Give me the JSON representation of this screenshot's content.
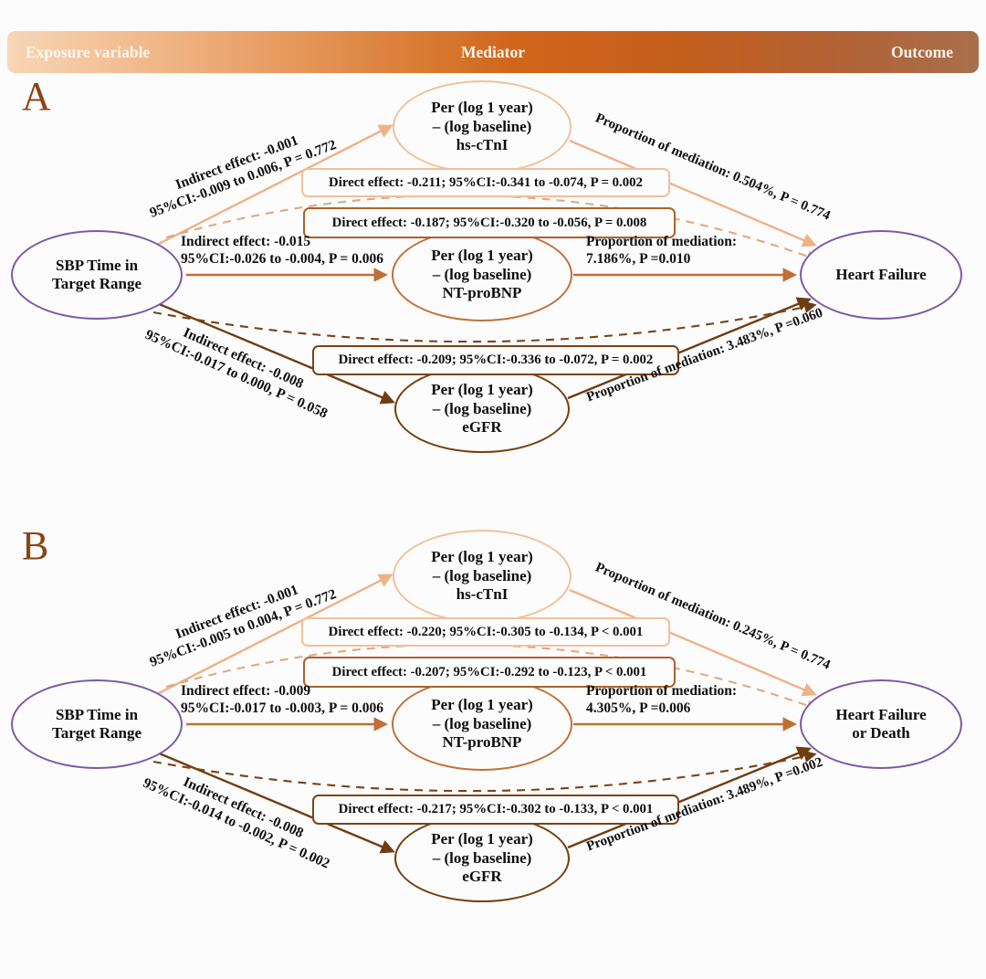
{
  "header": {
    "exposure": "Exposure variable",
    "mediator": "Mediator",
    "outcome": "Outcome"
  },
  "colors": {
    "header_gradient_start": "#f8d6b6",
    "header_gradient_mid": "#d0661a",
    "header_gradient_end": "#a86f4c",
    "path_hs_ctni": "#efb287",
    "path_nt_probnp": "#c16f34",
    "path_egfr": "#6f3d12",
    "node_outline_purple": "#7a58a8",
    "panel_letter": "#8a4418"
  },
  "panels": [
    {
      "label": "A",
      "exposure": {
        "l1": "SBP Time in",
        "l2": "Target Range"
      },
      "outcome": {
        "l1": "Heart Failure",
        "l2": ""
      },
      "mediators": [
        {
          "l1": "Per (log 1 year)",
          "l2": "– (log baseline)",
          "l3": "hs-cTnI"
        },
        {
          "l1": "Per (log 1 year)",
          "l2": "– (log baseline)",
          "l3": "NT-proBNP"
        },
        {
          "l1": "Per (log 1 year)",
          "l2": "– (log baseline)",
          "l3": "eGFR"
        }
      ],
      "labels": {
        "indirect_top_l1": "Indirect effect: -0.001",
        "indirect_top_l2": "95%CI:-0.009 to 0.006, P = 0.772",
        "prop_top": "Proportion of mediation: 0.504%, P = 0.774",
        "direct1": "Direct effect: -0.211; 95%CI:-0.341 to -0.074, P = 0.002",
        "direct2": "Direct effect: -0.187; 95%CI:-0.320 to -0.056, P = 0.008",
        "indirect_mid_l1": "Indirect effect: -0.015",
        "indirect_mid_l2": "95%CI:-0.026 to -0.004, P = 0.006",
        "prop_mid_l1": "Proportion of mediation:",
        "prop_mid_l2": "7.186%, P =0.010",
        "indirect_bot_l1": "Indirect effect: -0.008",
        "indirect_bot_l2": "95%CI:-0.017 to 0.000, P = 0.058",
        "direct3": "Direct effect: -0.209; 95%CI:-0.336 to -0.072, P = 0.002",
        "prop_bot": "Proportion of mediation: 3.483%, P =0.060"
      }
    },
    {
      "label": "B",
      "exposure": {
        "l1": "SBP Time in",
        "l2": "Target Range"
      },
      "outcome": {
        "l1": "Heart Failure",
        "l2": "or Death"
      },
      "mediators": [
        {
          "l1": "Per (log 1 year)",
          "l2": "– (log baseline)",
          "l3": "hs-cTnI"
        },
        {
          "l1": "Per (log 1 year)",
          "l2": "– (log baseline)",
          "l3": "NT-proBNP"
        },
        {
          "l1": "Per (log 1 year)",
          "l2": "– (log baseline)",
          "l3": "eGFR"
        }
      ],
      "labels": {
        "indirect_top_l1": "Indirect effect: -0.001",
        "indirect_top_l2": "95%CI:-0.005 to 0.004, P = 0.772",
        "prop_top": "Proportion of mediation: 0.245%, P = 0.774",
        "direct1": "Direct effect: -0.220; 95%CI:-0.305 to -0.134, P < 0.001",
        "direct2": "Direct effect: -0.207; 95%CI:-0.292 to -0.123, P < 0.001",
        "indirect_mid_l1": "Indirect effect: -0.009",
        "indirect_mid_l2": "95%CI:-0.017 to -0.003, P = 0.006",
        "prop_mid_l1": "Proportion of mediation:",
        "prop_mid_l2": "4.305%, P =0.006",
        "indirect_bot_l1": "Indirect effect: -0.008",
        "indirect_bot_l2": "95%CI:-0.014 to -0.002, P = 0.002",
        "direct3": "Direct effect: -0.217;  95%CI:-0.302 to -0.133, P < 0.001",
        "prop_bot": "Proportion of mediation: 3.489%, P =0.002"
      }
    }
  ]
}
